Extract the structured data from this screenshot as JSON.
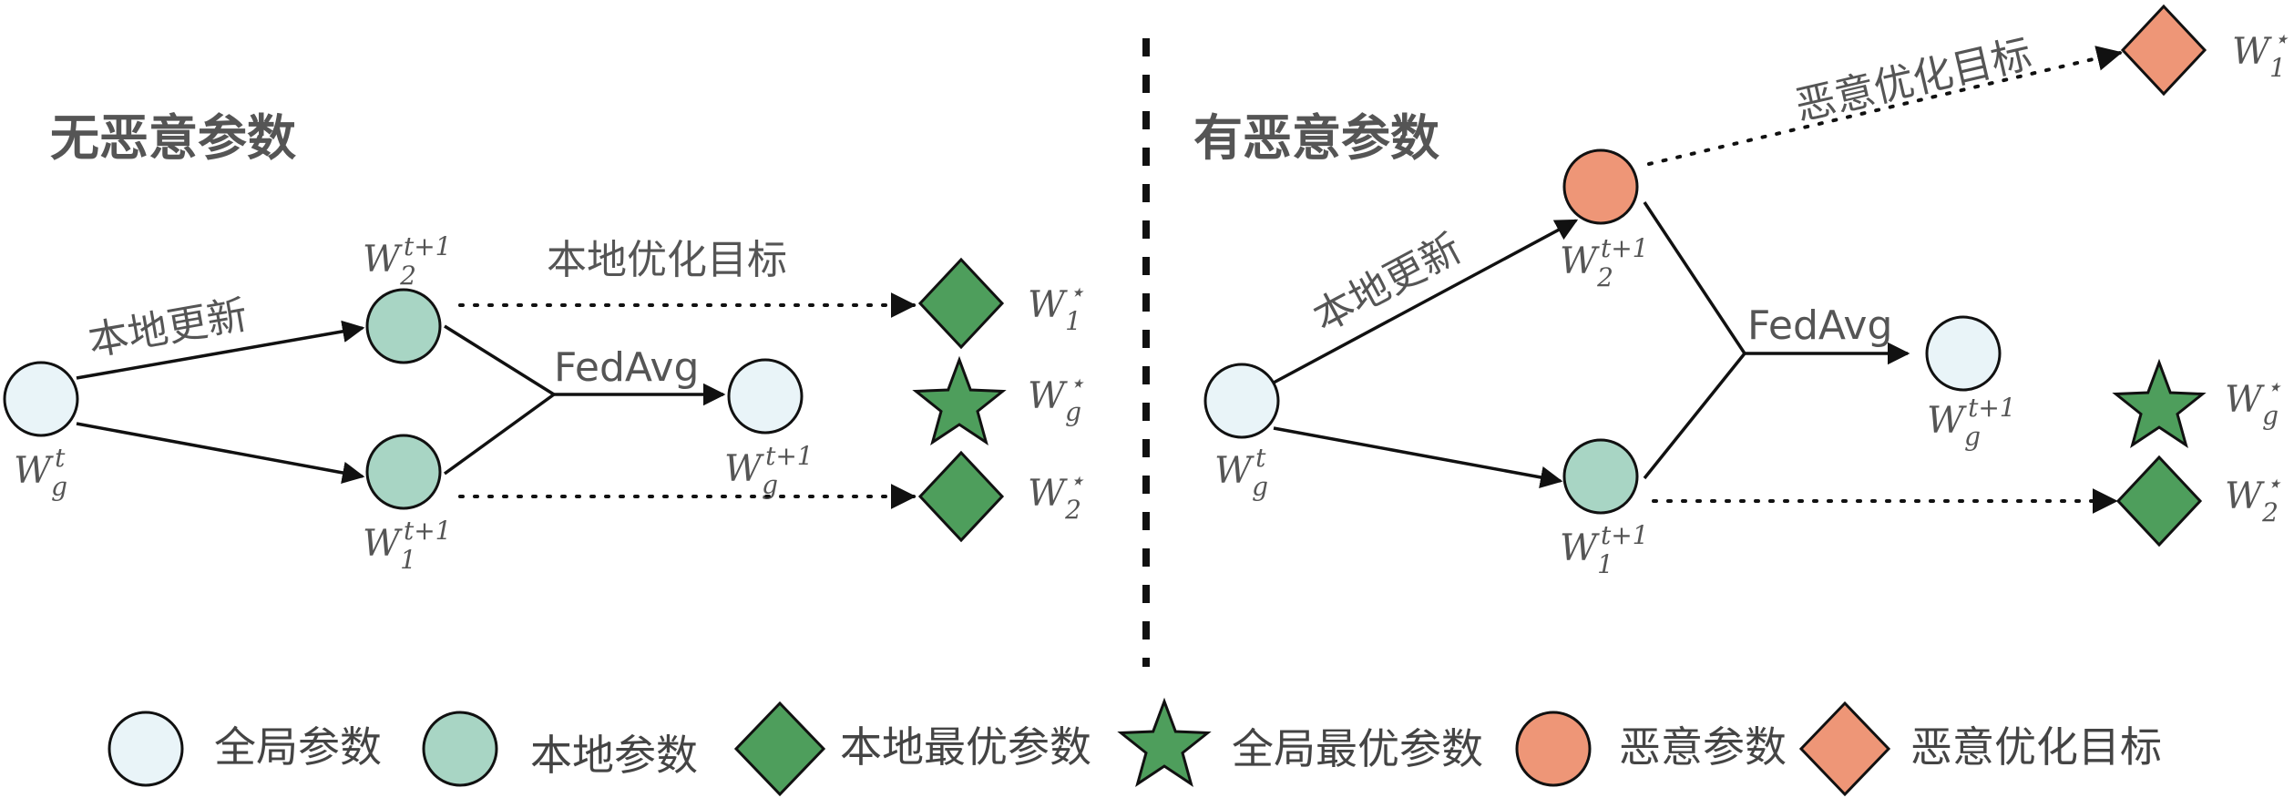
{
  "left": {
    "title": "无恶意参数",
    "local_update_label": "本地更新",
    "local_opt_label": "本地优化目标",
    "fedavg_label": "FedAvg",
    "labels": {
      "wg_t": {
        "base": "W",
        "sub": "g",
        "sup": "t"
      },
      "w2_t1": {
        "base": "W",
        "sub": "2",
        "sup": "t+1"
      },
      "w1_t1": {
        "base": "W",
        "sub": "1",
        "sup": "t+1"
      },
      "wg_t1": {
        "base": "W",
        "sub": "g",
        "sup": "t+1"
      },
      "w1_star": {
        "base": "W",
        "sub": "1",
        "sup": "⋆"
      },
      "wg_star": {
        "base": "W",
        "sub": "g",
        "sup": "⋆"
      },
      "w2_star": {
        "base": "W",
        "sub": "2",
        "sup": "⋆"
      }
    }
  },
  "right": {
    "title": "有恶意参数",
    "local_update_label": "本地更新",
    "malicious_opt_label": "恶意优化目标",
    "fedavg_label": "FedAvg",
    "labels": {
      "wg_t": {
        "base": "W",
        "sub": "g",
        "sup": "t"
      },
      "w2_t1": {
        "base": "W",
        "sub": "2",
        "sup": "t+1"
      },
      "w1_t1": {
        "base": "W",
        "sub": "1",
        "sup": "t+1"
      },
      "wg_t1": {
        "base": "W",
        "sub": "g",
        "sup": "t+1"
      },
      "w1_star": {
        "base": "W",
        "sub": "1",
        "sup": "⋆"
      },
      "wg_star": {
        "base": "W",
        "sub": "g",
        "sup": "⋆"
      },
      "w2_star": {
        "base": "W",
        "sub": "2",
        "sup": "⋆"
      }
    }
  },
  "legend": [
    {
      "shape": "circle",
      "color": "#e9f4f8",
      "label": "全局参数"
    },
    {
      "shape": "circle",
      "color": "#a8d5c4",
      "label": "本地参数"
    },
    {
      "shape": "diamond",
      "color": "#4e9e5c",
      "label": "本地最优参数"
    },
    {
      "shape": "star",
      "color": "#4e9e5c",
      "label": "全局最优参数"
    },
    {
      "shape": "circle",
      "color": "#ee9677",
      "label": "恶意参数"
    },
    {
      "shape": "diamond",
      "color": "#ee9677",
      "label": "恶意优化目标"
    }
  ],
  "colors": {
    "global": "#e9f4f8",
    "local": "#a8d5c4",
    "optimum": "#4e9e5c",
    "malicious": "#ee9677",
    "stroke": "#111111",
    "text": "#555555"
  }
}
